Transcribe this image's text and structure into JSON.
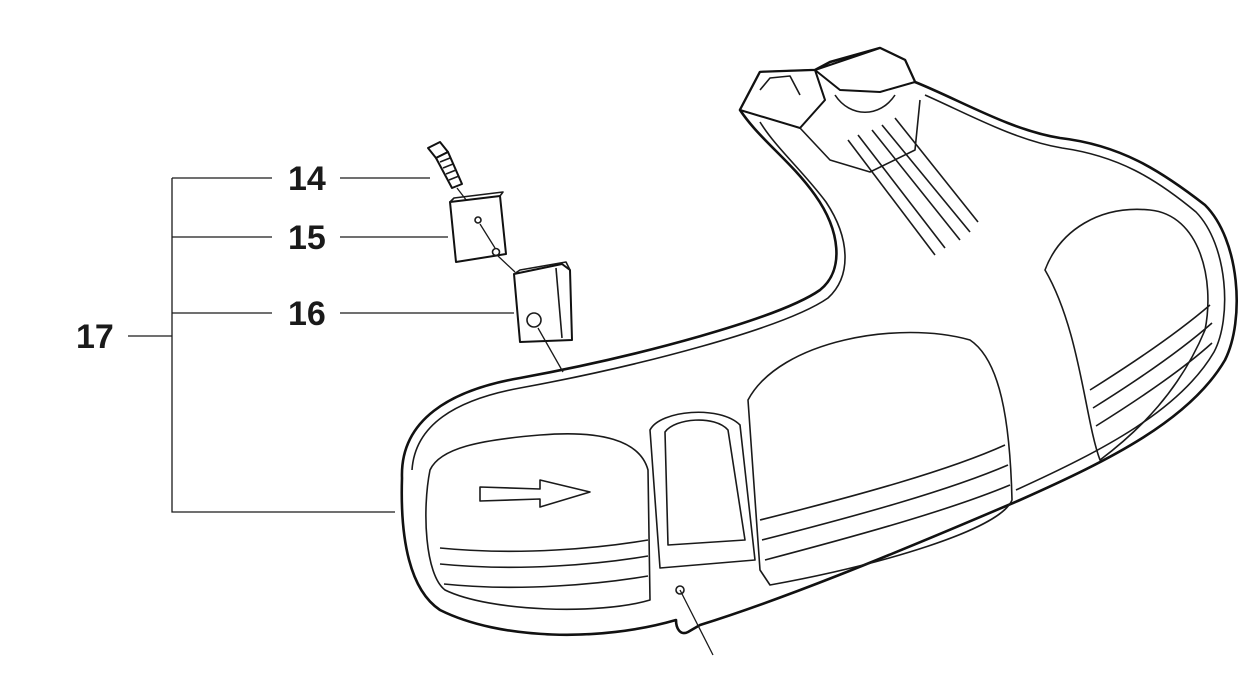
{
  "callouts": [
    {
      "id": "14",
      "label": "14"
    },
    {
      "id": "15",
      "label": "15"
    },
    {
      "id": "16",
      "label": "16"
    },
    {
      "id": "17",
      "label": "17"
    }
  ],
  "colors": {
    "line": "#1a1a1a",
    "fill": "#ffffff"
  }
}
